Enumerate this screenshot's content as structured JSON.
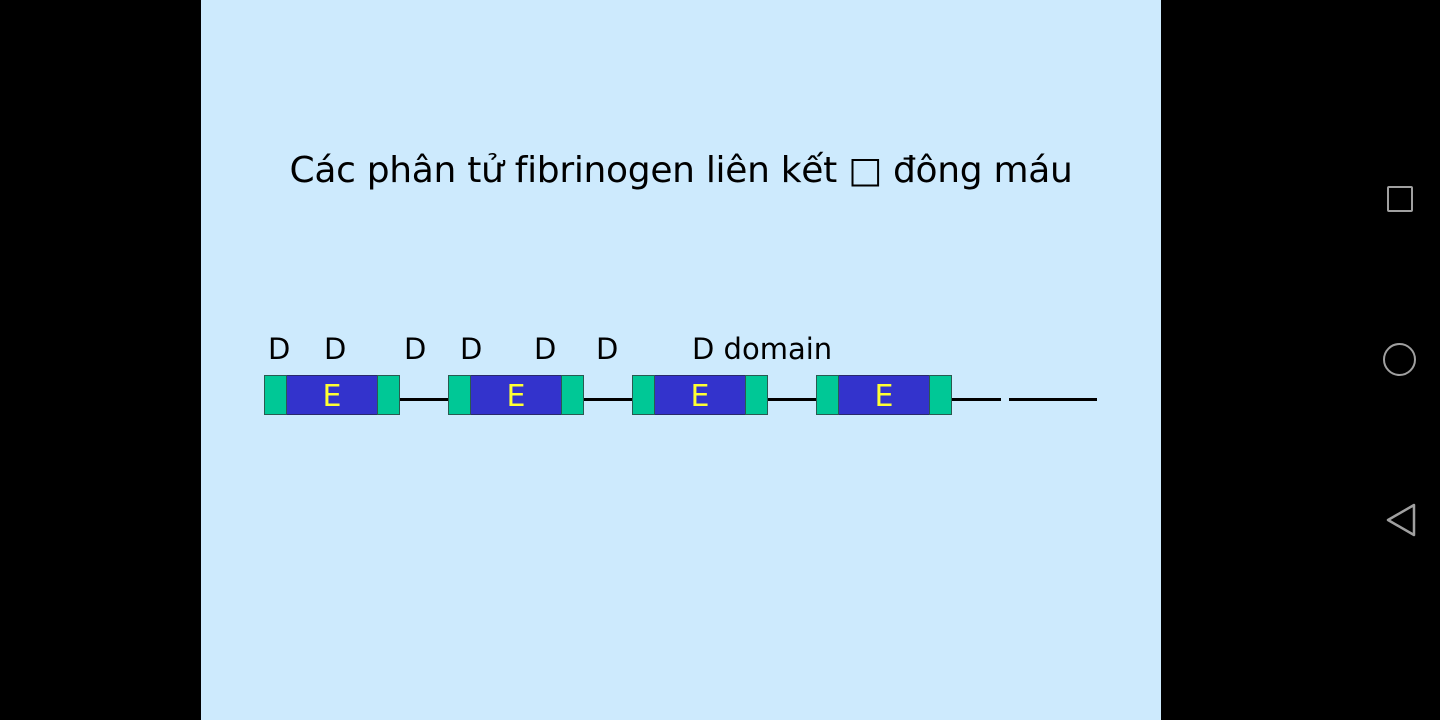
{
  "slide": {
    "title": "Các phân tử fibrinogen liên kết □ đông máu",
    "background": "#cdeafd"
  },
  "diagram": {
    "d_labels": [
      "D",
      "D",
      "D",
      "D",
      "D",
      "D",
      "D domain"
    ],
    "molecules": [
      {
        "left_label": "",
        "center_label": "E",
        "right_label": ""
      },
      {
        "left_label": "",
        "center_label": "E",
        "right_label": ""
      },
      {
        "left_label": "",
        "center_label": "E",
        "right_label": ""
      },
      {
        "left_label": "",
        "center_label": "E",
        "right_label": ""
      }
    ],
    "colors": {
      "d_domain": "#00c896",
      "e_domain": "#3333cc",
      "e_text": "#ffff33",
      "connector": "#000000"
    }
  },
  "navbar": {
    "icons": [
      "recents-icon",
      "home-icon",
      "back-icon"
    ],
    "icon_color": "#a0a0a0"
  }
}
